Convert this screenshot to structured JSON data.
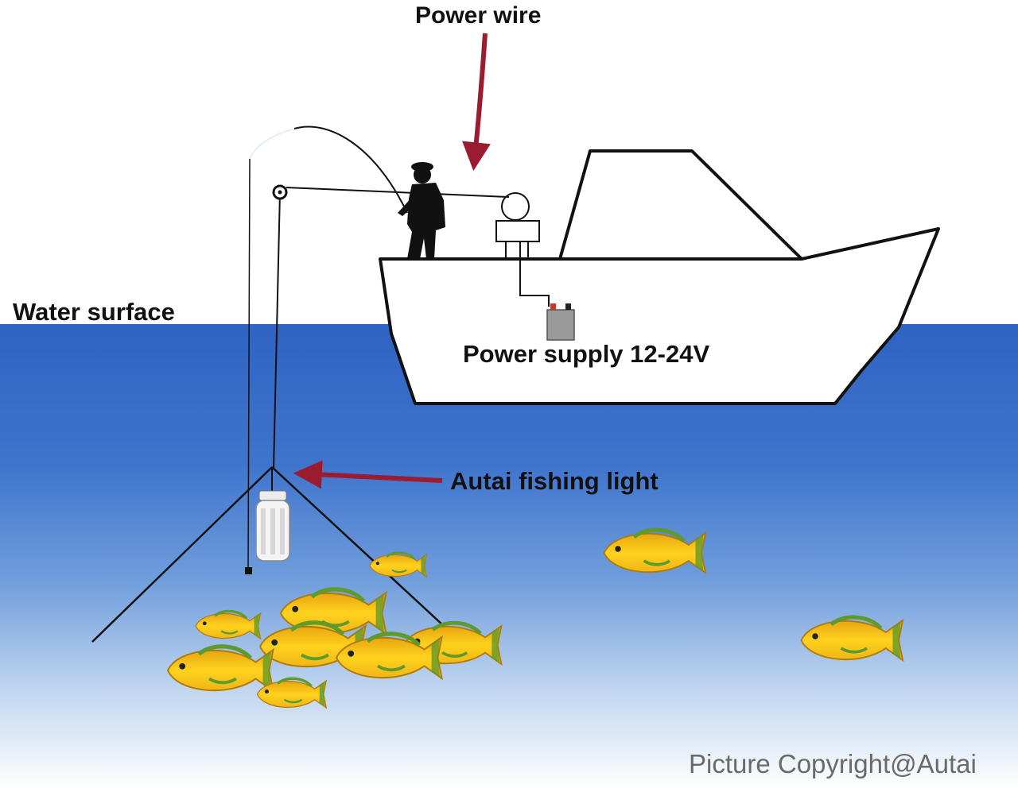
{
  "labels": {
    "power_wire": "Power wire",
    "water_surface": "Water surface",
    "power_supply": "Power supply 12-24V",
    "fishing_light": "Autai fishing light",
    "copyright": "Picture Copyright@Autai"
  },
  "colors": {
    "sky": "#ffffff",
    "water_top": "#2f63c4",
    "water_mid": "#4d86d6",
    "water_bottom": "#ffffff",
    "arrow": "#9b1b30",
    "fish_body": "#f2c21a",
    "fish_fin": "#5f9a2c",
    "boat_fill": "#ffffff",
    "outline": "#111111",
    "battery": "#9a9a9a",
    "copyright_text": "#6a6a6a"
  },
  "icons": [
    "fisherman-icon",
    "reel-icon",
    "battery-icon",
    "lamp-icon",
    "fish-icon"
  ]
}
